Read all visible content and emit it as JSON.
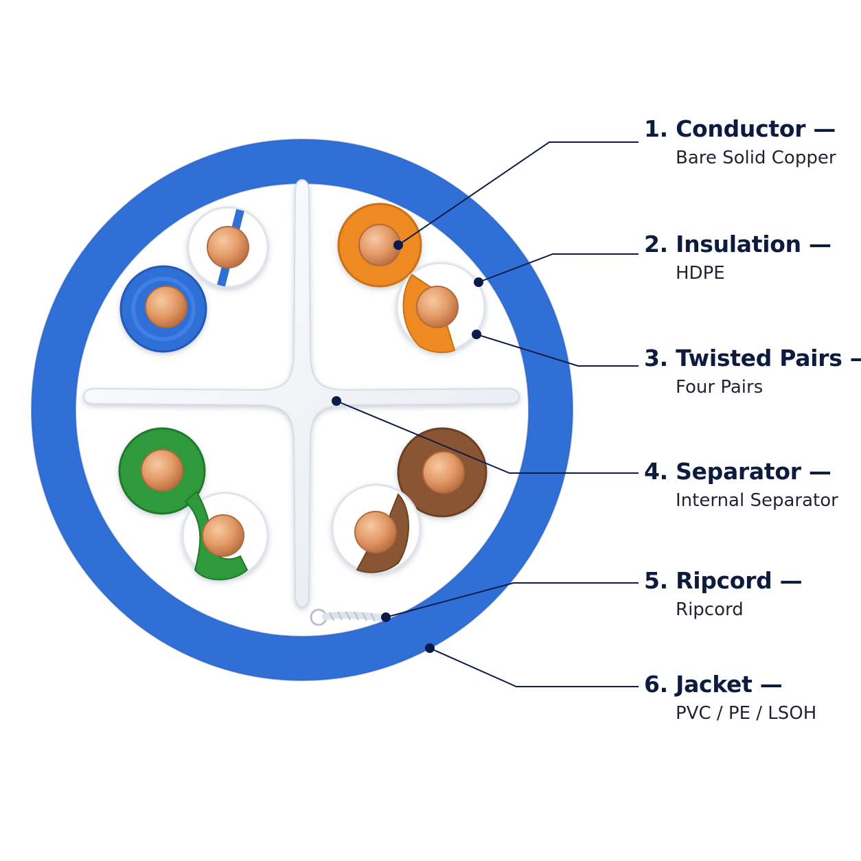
{
  "colors": {
    "jacket": "#2f6fd6",
    "leader_line": "#0d1b4a",
    "copper": "#e39a66",
    "pair_blue": "#2f6fd6",
    "pair_orange": "#ee8a24",
    "pair_green": "#2f9a3a",
    "pair_brown": "#8a5530",
    "white_insulation": "#ffffff"
  },
  "labels": [
    {
      "title": "1. Conductor —",
      "sub": "Bare Solid Copper"
    },
    {
      "title": "2. Insulation —",
      "sub": "HDPE"
    },
    {
      "title": "3. Twisted Pairs —",
      "sub": "Four Pairs"
    },
    {
      "title": "4. Separator —",
      "sub": "Internal Separator"
    },
    {
      "title": "5. Ripcord —",
      "sub": "Ripcord"
    },
    {
      "title": "6. Jacket —",
      "sub": "PVC / PE / LSOH"
    }
  ]
}
